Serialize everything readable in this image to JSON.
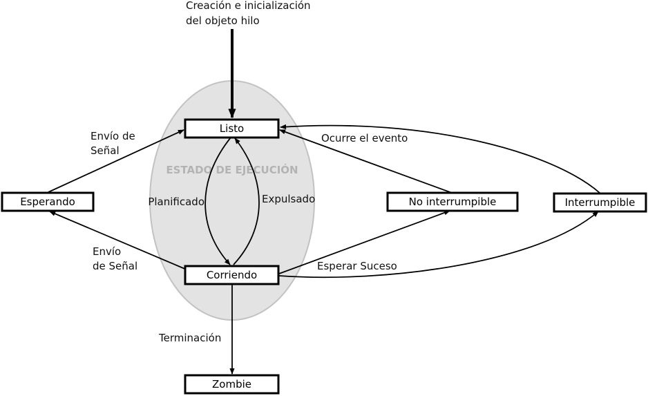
{
  "colors": {
    "region_fill": "#e3e3e3",
    "region_stroke": "#c2c2c2",
    "region_label": "#b3b3b3",
    "node_border": "#000000",
    "edge": "#000000"
  },
  "region": {
    "label": "ESTADO DE EJECUCIÓN"
  },
  "nodes": {
    "listo": "Listo",
    "corriendo": "Corriendo",
    "esperando": "Esperando",
    "no_interrumpible": "No interrumpible",
    "interrumpible": "Interrumpible",
    "zombie": "Zombie"
  },
  "edges": {
    "creacion_line1": "Creación e inicialización",
    "creacion_line2": "del objeto hilo",
    "planificado": "Planificado",
    "expulsado": "Expulsado",
    "envio_senal_top_line1": "Envío de",
    "envio_senal_top_line2": "Señal",
    "envio_senal_bottom_line1": "Envío",
    "envio_senal_bottom_line2": "de Señal",
    "ocurre_evento": "Ocurre el evento",
    "esperar_suceso": "Esperar Suceso",
    "terminacion": "Terminación"
  }
}
